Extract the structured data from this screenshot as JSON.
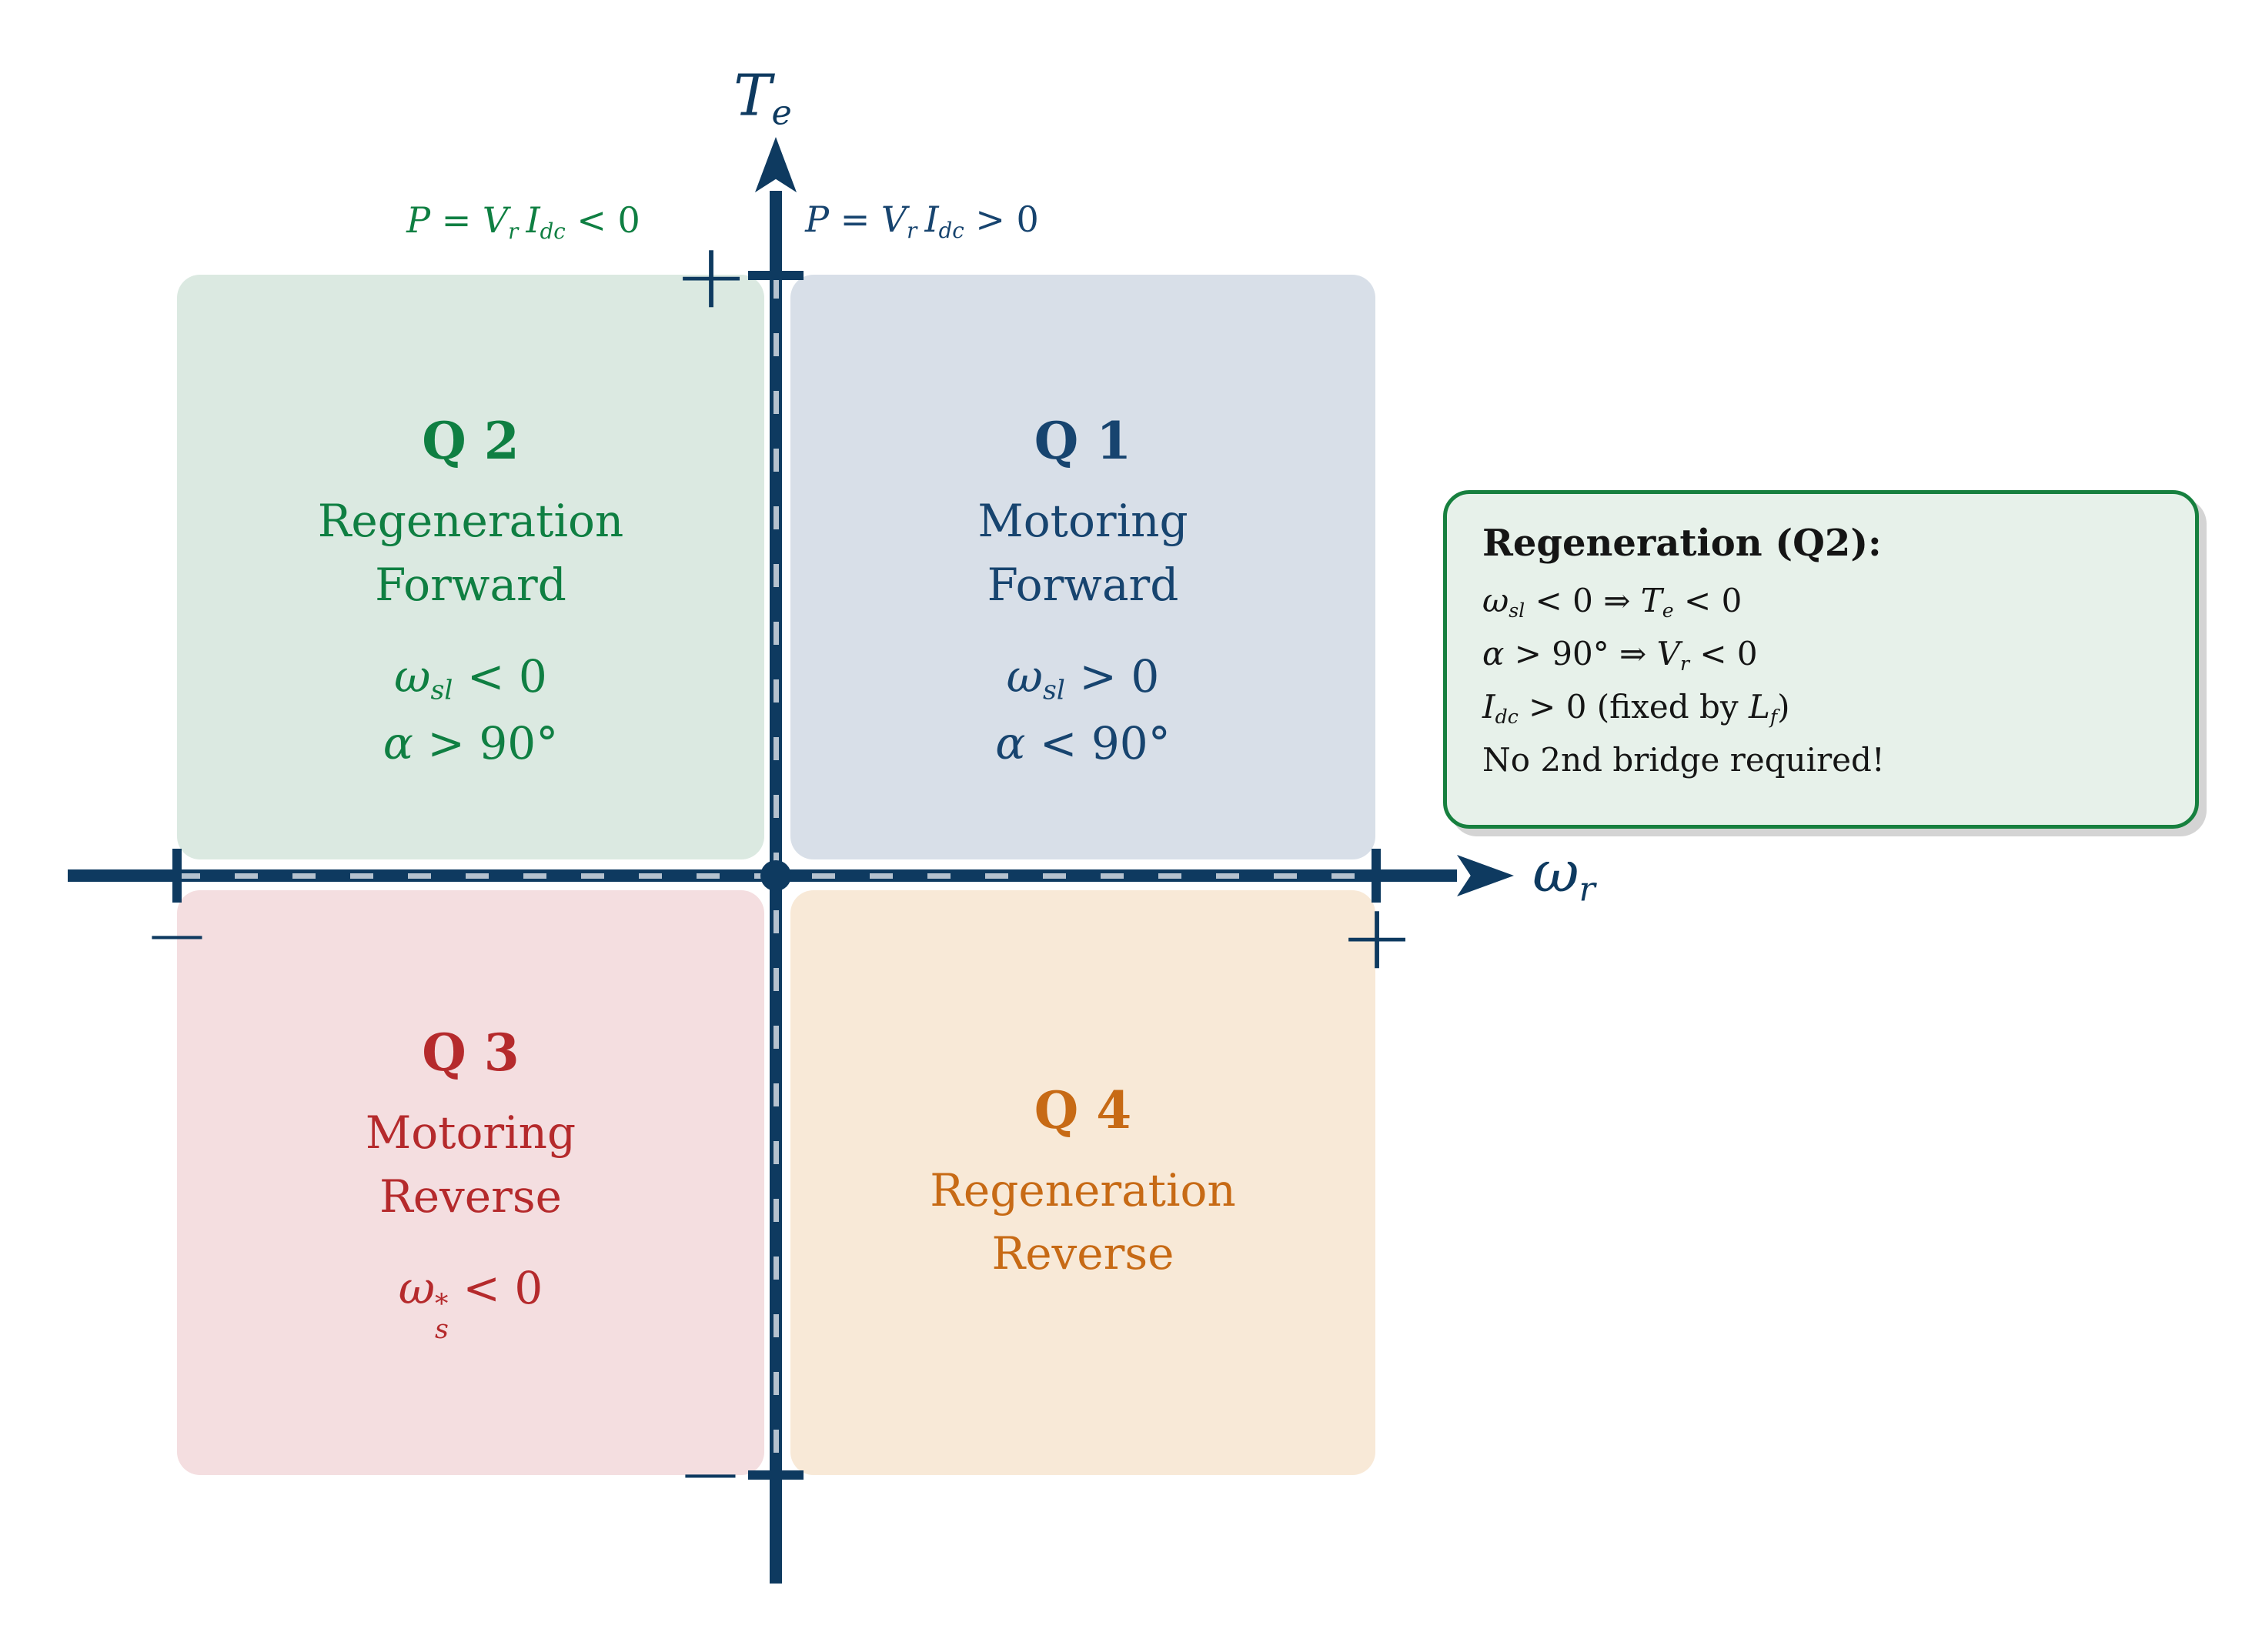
{
  "colors": {
    "navy": "#0e3a60",
    "navy_text": "#17446f",
    "green": "#0f7f42",
    "red": "#b52a2c",
    "orange": "#c76a15",
    "q1_bg": "#d8dfe8",
    "q2_bg": "#dbe9e1",
    "q3_bg": "#f4dee0",
    "q4_bg": "#f8e9d7",
    "callout_bg": "#e7f1ea",
    "callout_border": "#17803f",
    "shadow": "#d4d4d4",
    "dash": "#b5c2cf",
    "text_dark": "#151515"
  },
  "y_axis": {
    "label_base": "T",
    "label_sub": "e",
    "plus": "+",
    "minus": "−"
  },
  "x_axis": {
    "label_base": "ω",
    "label_sub": "r",
    "plus": "+",
    "minus": "−"
  },
  "power_labels": {
    "negative": {
      "a": "P",
      "b": " = ",
      "c": "V",
      "d": "r",
      "e": "I",
      "f": "dc",
      "g": " < 0"
    },
    "positive": {
      "a": "P",
      "b": " = ",
      "c": "V",
      "d": "r",
      "e": "I",
      "f": "dc",
      "g": " > 0"
    }
  },
  "quadrants": {
    "q1": {
      "title": "Q 1",
      "line1": "Motoring",
      "line2": "Forward",
      "f1a": "ω",
      "f1b": "sl",
      "f1c": " > 0",
      "f2a": "α",
      "f2b": " < 90°"
    },
    "q2": {
      "title": "Q 2",
      "line1": "Regeneration",
      "line2": "Forward",
      "f1a": "ω",
      "f1b": "sl",
      "f1c": " < 0",
      "f2a": "α",
      "f2b": " > 90°"
    },
    "q3": {
      "title": "Q 3",
      "line1": "Motoring",
      "line2": "Reverse",
      "f1a": "ω",
      "f1sup": "*",
      "f1sub": "s",
      "f1c": " < 0"
    },
    "q4": {
      "title": "Q 4",
      "line1": "Regeneration",
      "line2": "Reverse"
    }
  },
  "callout": {
    "title": "Regeneration (Q2):",
    "l1": {
      "a": "ω",
      "b": "sl",
      "c": " < 0 ⇒ ",
      "d": "T",
      "e": "e",
      "f": " < 0"
    },
    "l2": {
      "a": "α",
      "b": " > 90° ⇒ ",
      "c": "V",
      "d": "r",
      "e": " < 0"
    },
    "l3": {
      "a": "I",
      "b": "dc",
      "c": " > 0 (fixed by ",
      "d": "L",
      "e": "f",
      "f": ")"
    },
    "l4": "No 2nd bridge required!"
  }
}
